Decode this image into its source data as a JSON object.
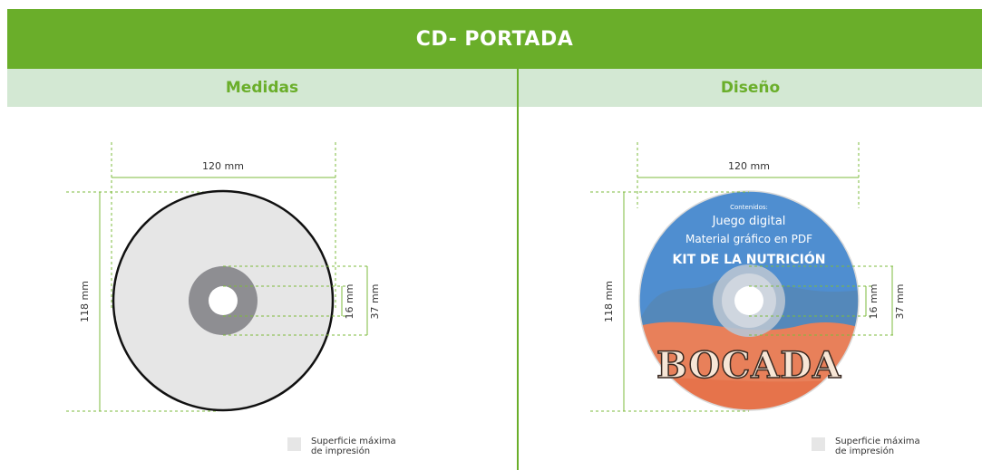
{
  "header": {
    "title": "CD- PORTADA"
  },
  "columns": {
    "left_title": "Medidas",
    "right_title": "Diseño"
  },
  "dimensions": {
    "width": "120 mm",
    "height": "118 mm",
    "inner_hole": "16 mm",
    "center_area": "37 mm"
  },
  "legend": {
    "line1": "Superficie máxima",
    "line2": "de impresión"
  },
  "cd_design": {
    "contents_label": "Contenidos:",
    "line1": "Juego digital",
    "line2": "Material gráfico en  PDF",
    "kit_title": "KIT DE LA NUTRICIÓN",
    "brand": "BOCADA"
  },
  "colors": {
    "accent": "#6aae2a",
    "subheader_bg": "#d3e8d3",
    "cd_blue": "#4f8ed0",
    "cd_orange": "#e8805a"
  }
}
